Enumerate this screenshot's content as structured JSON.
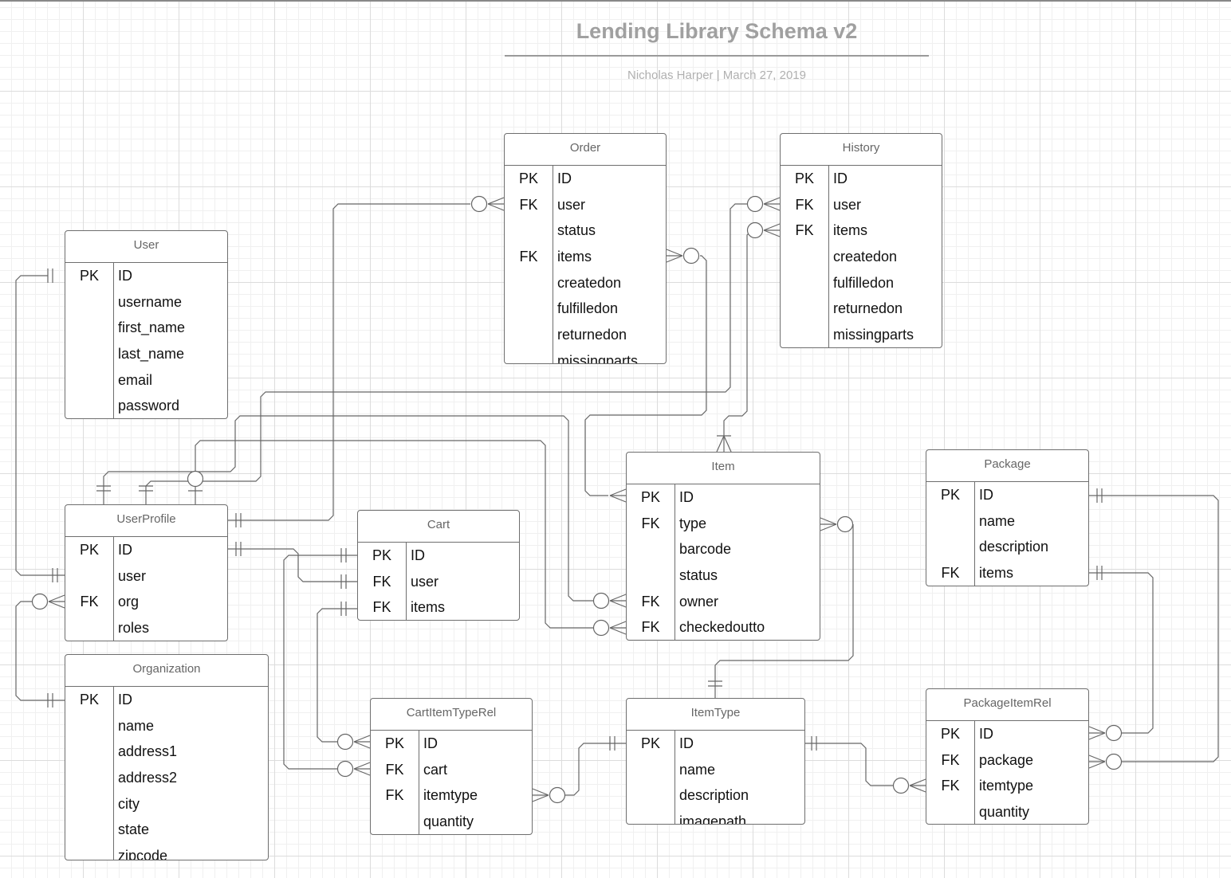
{
  "title": "Lending Library Schema v2",
  "subtitle": "Nicholas Harper  |  March 27, 2019",
  "entities": {
    "order": {
      "name": "Order",
      "rows": [
        {
          "key": "PK",
          "field": "ID"
        },
        {
          "key": "FK",
          "field": "user"
        },
        {
          "key": "",
          "field": "status"
        },
        {
          "key": "FK",
          "field": "items"
        },
        {
          "key": "",
          "field": "createdon"
        },
        {
          "key": "",
          "field": "fulfilledon"
        },
        {
          "key": "",
          "field": "returnedon"
        },
        {
          "key": "",
          "field": "missingparts"
        }
      ]
    },
    "history": {
      "name": "History",
      "rows": [
        {
          "key": "PK",
          "field": "ID"
        },
        {
          "key": "FK",
          "field": "user"
        },
        {
          "key": "FK",
          "field": "items"
        },
        {
          "key": "",
          "field": "createdon"
        },
        {
          "key": "",
          "field": "fulfilledon"
        },
        {
          "key": "",
          "field": "returnedon"
        },
        {
          "key": "",
          "field": "missingparts"
        }
      ]
    },
    "user": {
      "name": "User",
      "rows": [
        {
          "key": "PK",
          "field": "ID"
        },
        {
          "key": "",
          "field": "username"
        },
        {
          "key": "",
          "field": "first_name"
        },
        {
          "key": "",
          "field": "last_name"
        },
        {
          "key": "",
          "field": "email"
        },
        {
          "key": "",
          "field": "password"
        }
      ]
    },
    "userprofile": {
      "name": "UserProfile",
      "rows": [
        {
          "key": "PK",
          "field": "ID"
        },
        {
          "key": "",
          "field": "user"
        },
        {
          "key": "FK",
          "field": "org"
        },
        {
          "key": "",
          "field": "roles"
        }
      ]
    },
    "cart": {
      "name": "Cart",
      "rows": [
        {
          "key": "PK",
          "field": "ID"
        },
        {
          "key": "FK",
          "field": "user"
        },
        {
          "key": "FK",
          "field": "items"
        }
      ]
    },
    "item": {
      "name": "Item",
      "rows": [
        {
          "key": "PK",
          "field": "ID"
        },
        {
          "key": "FK",
          "field": "type"
        },
        {
          "key": "",
          "field": "barcode"
        },
        {
          "key": "",
          "field": "status"
        },
        {
          "key": "FK",
          "field": "owner"
        },
        {
          "key": "FK",
          "field": "checkedoutto"
        }
      ]
    },
    "package": {
      "name": "Package",
      "rows": [
        {
          "key": "PK",
          "field": "ID"
        },
        {
          "key": "",
          "field": "name"
        },
        {
          "key": "",
          "field": "description"
        },
        {
          "key": "FK",
          "field": "items"
        }
      ]
    },
    "organization": {
      "name": "Organization",
      "rows": [
        {
          "key": "PK",
          "field": "ID"
        },
        {
          "key": "",
          "field": "name"
        },
        {
          "key": "",
          "field": "address1"
        },
        {
          "key": "",
          "field": "address2"
        },
        {
          "key": "",
          "field": "city"
        },
        {
          "key": "",
          "field": "state"
        },
        {
          "key": "",
          "field": "zipcode"
        }
      ]
    },
    "cartitemtyperel": {
      "name": "CartItemTypeRel",
      "rows": [
        {
          "key": "PK",
          "field": "ID"
        },
        {
          "key": "FK",
          "field": "cart"
        },
        {
          "key": "FK",
          "field": "itemtype"
        },
        {
          "key": "",
          "field": "quantity"
        }
      ]
    },
    "itemtype": {
      "name": "ItemType",
      "rows": [
        {
          "key": "PK",
          "field": "ID"
        },
        {
          "key": "",
          "field": "name"
        },
        {
          "key": "",
          "field": "description"
        },
        {
          "key": "",
          "field": "imagepath"
        }
      ]
    },
    "packageitemrel": {
      "name": "PackageItemRel",
      "rows": [
        {
          "key": "PK",
          "field": "ID"
        },
        {
          "key": "FK",
          "field": "package"
        },
        {
          "key": "FK",
          "field": "itemtype"
        },
        {
          "key": "",
          "field": "quantity"
        }
      ]
    }
  },
  "colors": {
    "line": "#666666",
    "title": "#a0a0a0",
    "grid": "#dcdcdc"
  }
}
